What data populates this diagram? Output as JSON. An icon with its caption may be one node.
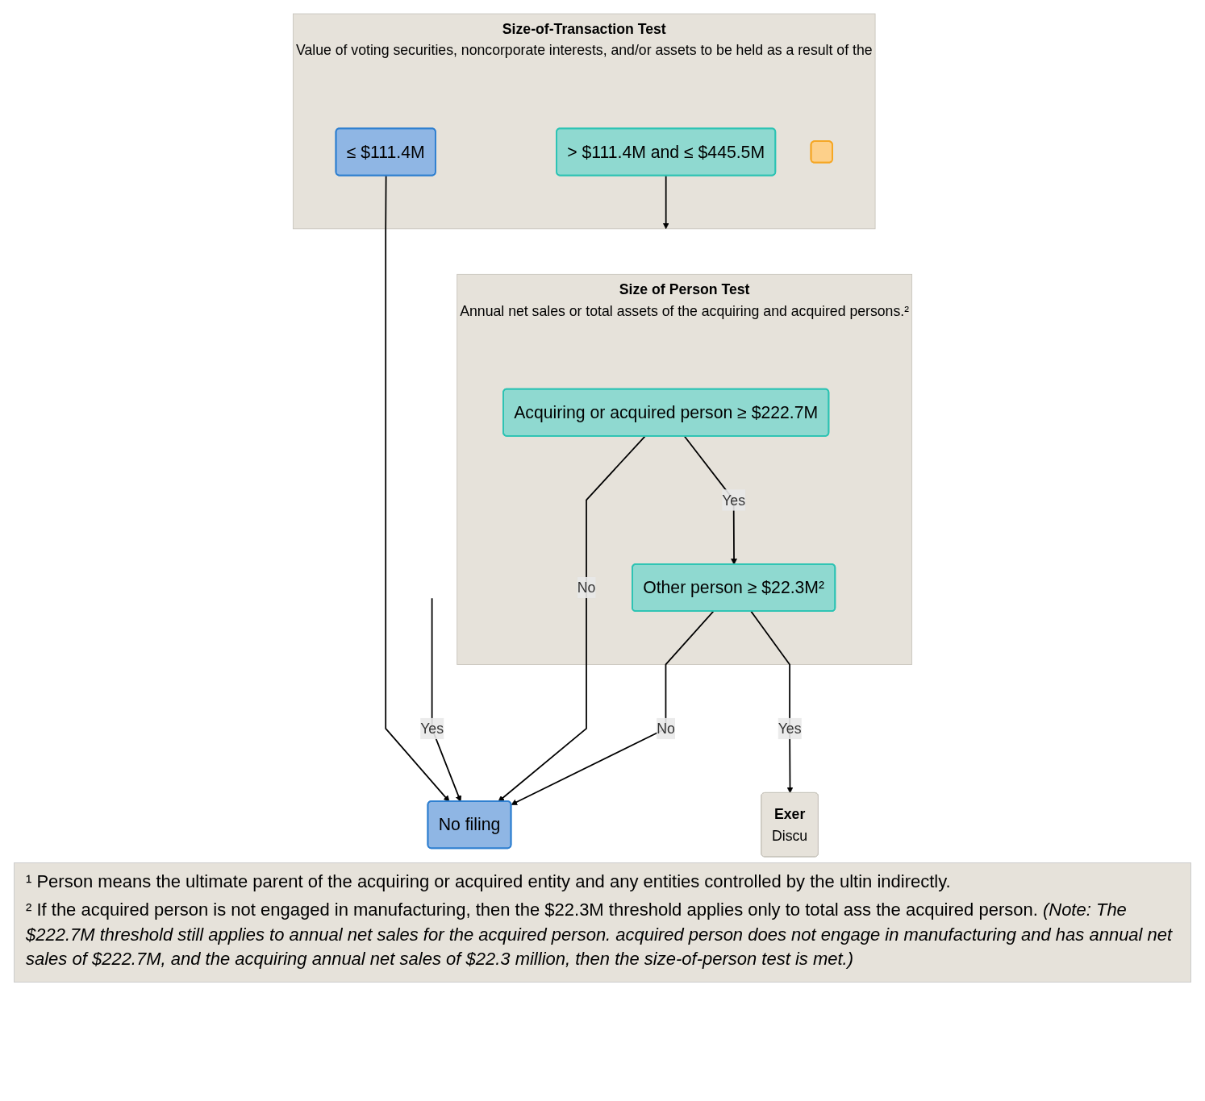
{
  "diagram": {
    "nodes": [
      {
        "text": [
          "Size-of-Transaction Test",
          "Value of voting securities, noncorporate interests, and/or assets to be held as a result of the"
        ]
      },
      {
        "text": [
          "≤ $111.4M"
        ],
        "in": 0
      },
      {
        "text": [
          "> $111.4M and ≤ $445.5M"
        ],
        "in": 0
      },
      {
        "text": [],
        "shape": "box",
        "in": 0
      },
      {
        "text": [
          "Size of Person Test",
          "Annual net sales or total assets of the acquiring and acquired persons.²"
        ]
      },
      {
        "text": [
          "Acquiring or acquired person ≥ $222.7M"
        ],
        "in": 4
      },
      {
        "text": [
          "Other person ≥ $22.3M²"
        ],
        "in": 4
      },
      {
        "text": [
          "Exer",
          "Discu"
        ]
      },
      {
        "text": [
          "No filing"
        ]
      }
    ],
    "edges": [
      {
        "from": 1,
        "to": 8,
        "arrow": "to"
      },
      {
        "from": 2,
        "to": 4,
        "arrow": "to"
      },
      {
        "from": 5,
        "to": 8,
        "arrow": "to",
        "label": "No"
      },
      {
        "from": 5,
        "to": 6,
        "arrow": "to",
        "label": "Yes"
      },
      {
        "from": 6,
        "to": 8,
        "arrow": "to",
        "label": "No"
      },
      {
        "from": 6,
        "to": 7,
        "arrow": "to",
        "label": "Yes"
      },
      {
        "from": null,
        "to": 8,
        "arrow": "to",
        "label": "Yes"
      }
    ],
    "labels": [
      "¹ Person means the ultimate parent of the acquiring or acquired entity and any entities controlled by the ultin indirectly.",
      "² If the acquired person is not engaged in manufacturing, then the $22.3M threshold applies only to total ass the acquired person. *(Note: The $222.7M threshold still applies to annual net sales for the acquired person. acquired person does not engage in manufacturing and has annual net sales of $222.7M, and the acquiring annual net sales of $22.3 million, then the size-of-person test is met.)*"
    ]
  }
}
